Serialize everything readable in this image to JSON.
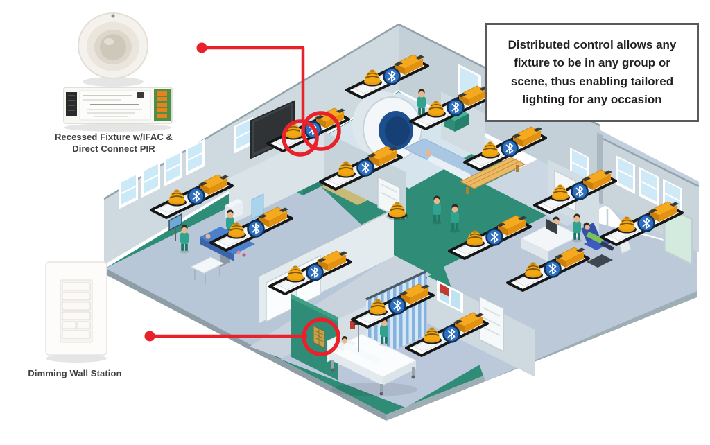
{
  "note_box": {
    "text": "Distributed control allows any fixture to be in any group or scene, thus enabling tailored lighting for any occasion"
  },
  "callouts": {
    "recessed_fixture": {
      "label": "Recessed Fixture w/IFAC & Direct Connect PIR"
    },
    "dimming_wall_station": {
      "label": "Dimming Wall Station"
    }
  },
  "icons": {
    "bluetooth": "blue-badge-with-white-bluetooth-rune",
    "pir_sensor": "yellow-dome-motion-sensor",
    "led_driver": "yellow-driver-box"
  },
  "figures": {
    "fixture_count": 14
  },
  "colors": {
    "annotation_red": "#E8212A",
    "bluetooth_blue": "#2E6FC2",
    "fixture_yellow": "#F5A91E",
    "corridor_teal": "#2F8C77",
    "note_border_gray": "#58595B"
  }
}
